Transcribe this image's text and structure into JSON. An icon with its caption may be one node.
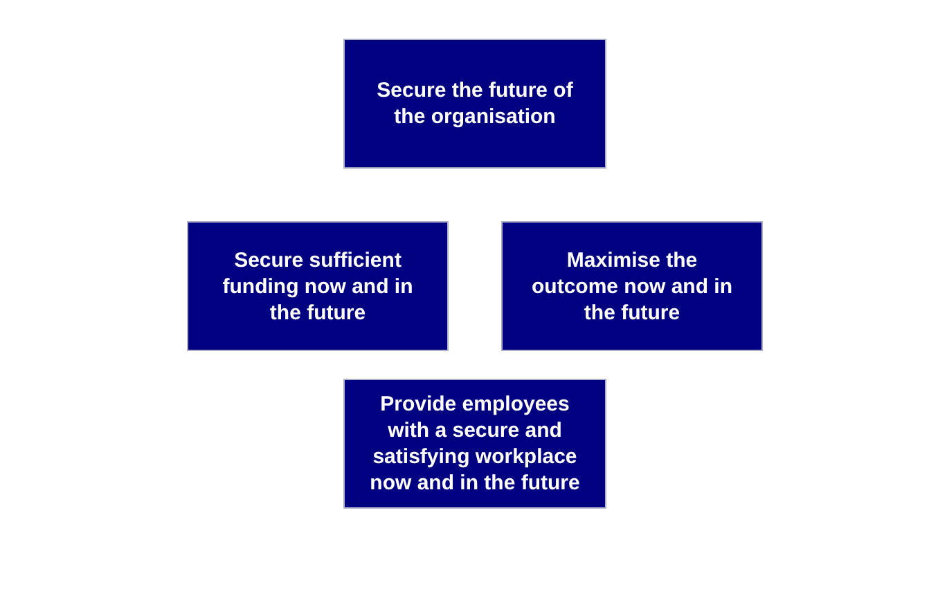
{
  "diagram": {
    "nodes": [
      {
        "text": [
          "Secure the future of the organisation"
        ]
      },
      {
        "text": [
          "Secure sufficient funding now and in the future"
        ]
      },
      {
        "text": [
          "Maximise the outcome now and in the future"
        ]
      },
      {
        "text": [
          "Provide employees with a secure and satisfying workplace now and in the future"
        ]
      }
    ]
  }
}
